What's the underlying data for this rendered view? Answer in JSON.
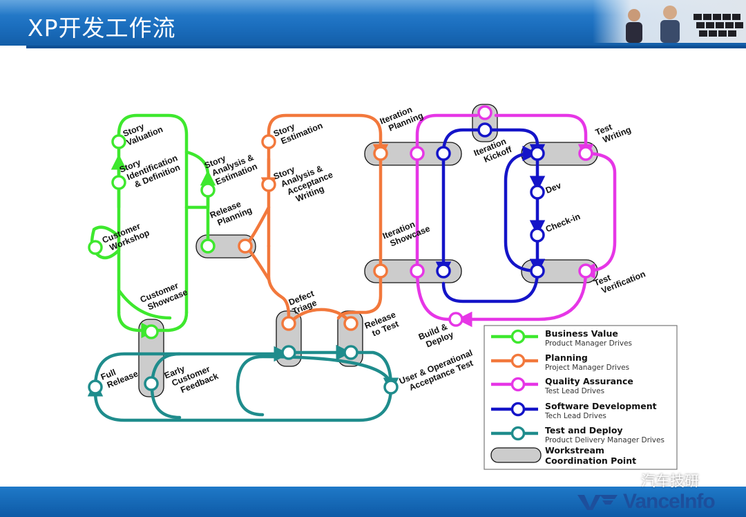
{
  "slide": {
    "title": "XP开发工作流"
  },
  "colors": {
    "business": "#3ee82e",
    "planning": "#f2783c",
    "qa": "#e636e6",
    "dev": "#1414c8",
    "deploy": "#1f8c8c",
    "coord_fill": "#cccccc"
  },
  "labels": {
    "story_valuation": [
      "Story",
      "Valuation"
    ],
    "story_identification": [
      "Story",
      "Identification",
      "& Definition"
    ],
    "customer_workshop": [
      "Customer",
      "Workshop"
    ],
    "story_analysis_estimation": [
      "Story",
      "Analysis &",
      "Estimation"
    ],
    "release_planning": [
      "Release",
      "Planning"
    ],
    "customer_showcase": [
      "Customer",
      "Showcase"
    ],
    "story_estimation": [
      "Story",
      "Estimation"
    ],
    "story_analysis_acceptance": [
      "Story",
      "Analysis &",
      "Acceptance",
      "Writing"
    ],
    "defect_triage": [
      "Defect",
      "Triage"
    ],
    "release_to_test": [
      "Release",
      "to Test"
    ],
    "iteration_planning": [
      "Iteration",
      "Planning"
    ],
    "iteration_showcase": [
      "Iteration",
      "Showcase"
    ],
    "iteration_kickoff": [
      "Iteration",
      "Kickoff"
    ],
    "test_writing": [
      "Test",
      "Writing"
    ],
    "dev": [
      "Dev"
    ],
    "check_in": [
      "Check-in"
    ],
    "test_verification": [
      "Test",
      "Verification"
    ],
    "build_deploy": [
      "Build &",
      "Deploy"
    ],
    "full_release": [
      "Full",
      "Release"
    ],
    "early_feedback": [
      "Early",
      "Customer",
      "Feedback"
    ],
    "uat": [
      "User & Operational",
      "Acceptance Test"
    ]
  },
  "legend": {
    "items": [
      {
        "title": "Business Value",
        "subtitle": "Product Manager Drives"
      },
      {
        "title": "Planning",
        "subtitle": "Project Manager Drives"
      },
      {
        "title": "Quality Assurance",
        "subtitle": "Test Lead Drives"
      },
      {
        "title": "Software Development",
        "subtitle": "Tech Lead Drives"
      },
      {
        "title": "Test and Deploy",
        "subtitle": "Product Delivery Manager Drives"
      }
    ],
    "coordination": {
      "title": [
        "Workstream",
        "Coordination Point"
      ]
    }
  },
  "watermark": {
    "text": "汽车技研"
  },
  "footer": {
    "logo_text": "VanceInfo"
  }
}
